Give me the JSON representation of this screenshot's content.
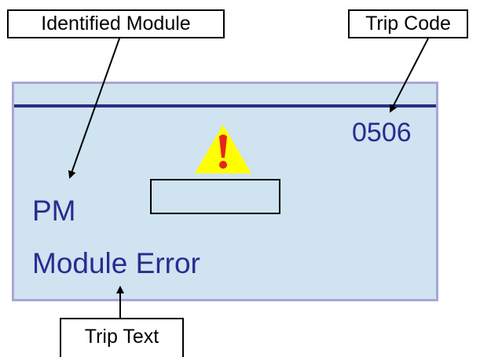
{
  "callouts": {
    "identified_module": "Identified Module",
    "trip_code": "Trip Code",
    "trip_text": "Trip Text"
  },
  "display": {
    "trip_code": "0506",
    "module": "PM",
    "trip_text": "Module  Error"
  },
  "icons": {
    "warning": "warning-triangle-icon"
  },
  "colors": {
    "screen_background": "#cfe3f0",
    "screen_border": "#a9a7d4",
    "screen_text": "#2b2a90",
    "header_line": "#2e2d85",
    "warning_fill": "#ffff00",
    "warning_mark": "#e52421"
  }
}
